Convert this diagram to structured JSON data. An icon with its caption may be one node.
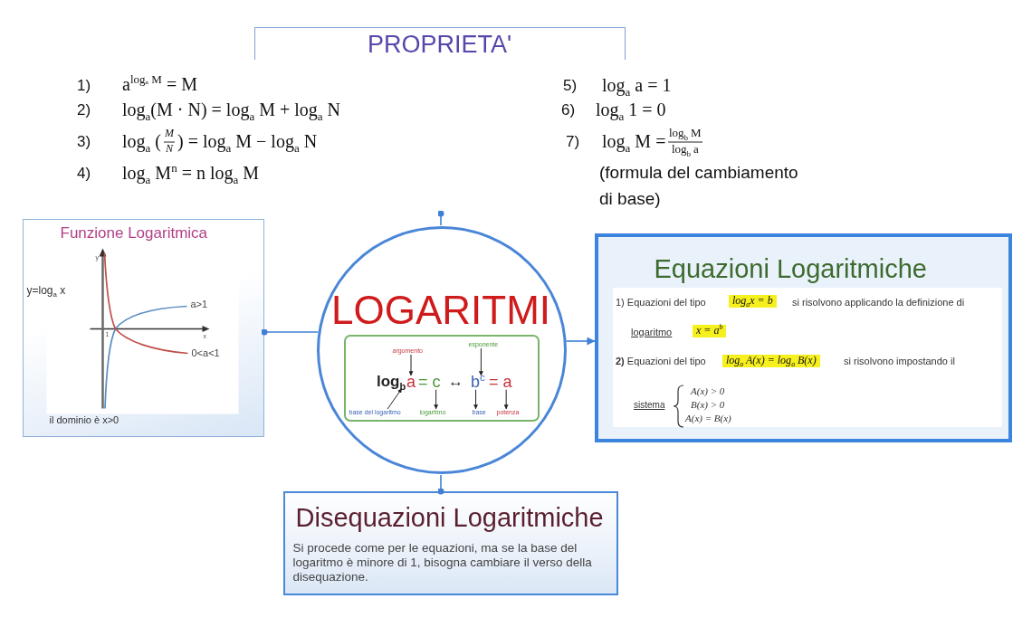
{
  "diagram": {
    "nodes": [
      {
        "text": [
          "PROPRIETA'"
        ]
      },
      {
        "text": [
          "Funzione Logaritmica",
          "y",
          "y=log$_{a}$ x",
          "a>1",
          "1",
          "x",
          "0<a<1",
          "il dominio è x>0"
        ]
      },
      {
        "text": [
          "LOGARITMI"
        ]
      },
      {
        "text": [
          "log$_{b}$",
          "a",
          "= c",
          "↔",
          "b$^{c}$",
          "= a"
        ],
        "in": 2
      },
      {
        "text": [
          "argomento"
        ],
        "in": 3
      },
      {
        "text": [
          "esponente"
        ],
        "in": 3
      },
      {
        "text": [
          "base del logaritmo"
        ],
        "in": 3
      },
      {
        "text": [
          "logaritmo"
        ],
        "in": 3
      },
      {
        "text": [
          "base"
        ],
        "in": 3
      },
      {
        "text": [
          "potenza"
        ],
        "in": 3
      },
      {
        "text": [
          "Equazioni Logaritmiche",
          "1) Equazioni del tipo",
          "log$_{a}$x = b",
          "si risolvono applicando la definizione di",
          "logaritmo",
          "x = a$^{b}$",
          "**2)** Equazioni del tipo",
          "log$_{a}$ A(x) = log$_{a}$ B(x)",
          "si risolvono impostando il",
          "sistema",
          "A(x) > 0",
          "B(x) > 0",
          "A(x) = B(x)"
        ]
      },
      {
        "text": [
          "Disequazioni Logaritmiche",
          "Si procede come per le equazioni, ma se la base del logaritmo è minore di 1, bisogna cambiare il verso della disequazione."
        ]
      }
    ],
    "edges": [
      {
        "from": 2,
        "to": 1,
        "arrow": "other",
        "color": "#3f80d6"
      },
      {
        "from": 2,
        "to": 10,
        "arrow": "to",
        "color": "#3f80d6"
      },
      {
        "from": 2,
        "to": 11,
        "arrow": "other",
        "color": "#3f80d6"
      },
      {
        "from": 2,
        "to": null,
        "arrow": "other",
        "color": "#3f80d6"
      },
      {
        "from": 4,
        "to": null,
        "arrow": "to"
      },
      {
        "from": 5,
        "to": null,
        "arrow": "to"
      },
      {
        "from": 6,
        "to": null,
        "arrow": "to"
      },
      {
        "from": null,
        "to": 7,
        "arrow": "to"
      },
      {
        "from": null,
        "to": 8,
        "arrow": "to"
      },
      {
        "from": null,
        "to": 9,
        "arrow": "to"
      }
    ],
    "labels": [
      "1)",
      "a$^{logₐ M}$ = M",
      "2)",
      "log$_{a}$(M · N) = log$_{a}$ M + log$_{a}$ N",
      "3)",
      "log$_{a}$ (",
      "M",
      "N",
      ") = log$_{a}$ M − log$_{a}$ N",
      "4)",
      "log$_{a}$ M$^{n}$ = n log$_{a}$ M",
      "5)",
      "log$_{a}$ a = 1",
      "6)",
      "log$_{a}$ 1 = 0",
      "7)",
      "log$_{a}$ M =",
      "log$_{b}$ M",
      "log$_{b}$ a",
      "(formula del cambiamento di base)"
    ]
  }
}
